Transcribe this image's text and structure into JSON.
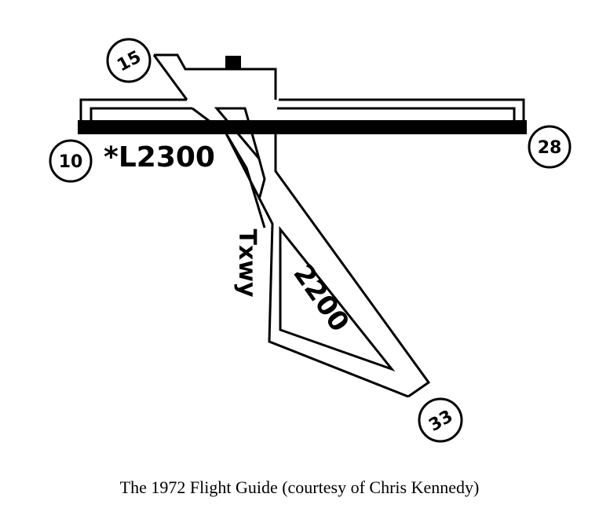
{
  "diagram": {
    "runway_10": "10",
    "runway_28": "28",
    "runway_15": "15",
    "runway_33": "33",
    "runway_label_10_28": "*L2300",
    "runway_label_15_33": "2200",
    "taxiway_label": "Txwy"
  },
  "caption": "The 1972 Flight Guide (courtesy of Chris Kennedy)"
}
